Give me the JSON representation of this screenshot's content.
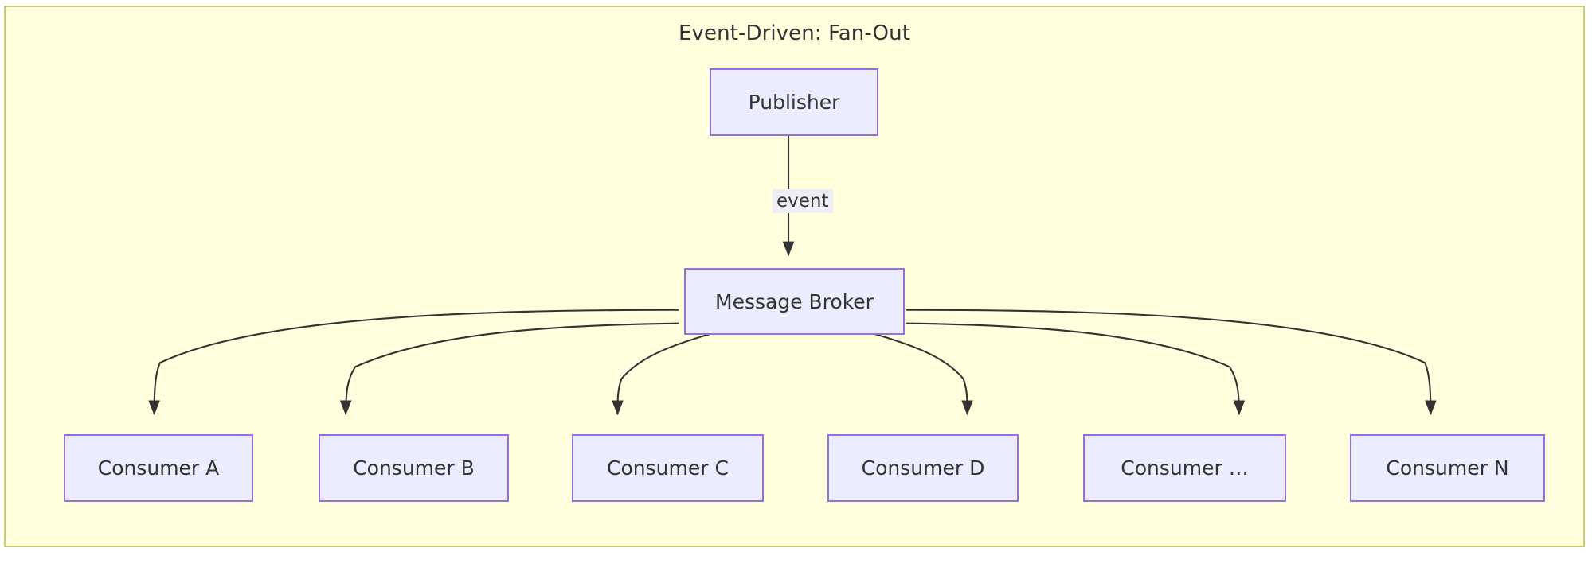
{
  "diagram": {
    "title": "Event-Driven: Fan-Out",
    "type": "flowchart",
    "direction": "top-down",
    "colors": {
      "canvas_background": "#ffffdd",
      "canvas_border": "#cccc77",
      "node_fill": "#ececff",
      "node_border": "#9370db",
      "text": "#333333",
      "edge_stroke": "#333333",
      "edge_label_background": "#eeeef4"
    },
    "nodes": [
      {
        "id": "publisher",
        "label": "Publisher",
        "shape": "rectangle"
      },
      {
        "id": "broker",
        "label": "Message Broker",
        "shape": "rectangle"
      },
      {
        "id": "consumer_a",
        "label": "Consumer A",
        "shape": "rectangle"
      },
      {
        "id": "consumer_b",
        "label": "Consumer B",
        "shape": "rectangle"
      },
      {
        "id": "consumer_c",
        "label": "Consumer C",
        "shape": "rectangle"
      },
      {
        "id": "consumer_d",
        "label": "Consumer D",
        "shape": "rectangle"
      },
      {
        "id": "consumer_dots",
        "label": "Consumer …",
        "shape": "rectangle"
      },
      {
        "id": "consumer_n",
        "label": "Consumer N",
        "shape": "rectangle"
      }
    ],
    "edges": [
      {
        "from": "publisher",
        "to": "consumer_a_source",
        "label": "event",
        "arrow": "filled-triangle"
      }
    ],
    "edge_labels": {
      "event": "event"
    }
  }
}
